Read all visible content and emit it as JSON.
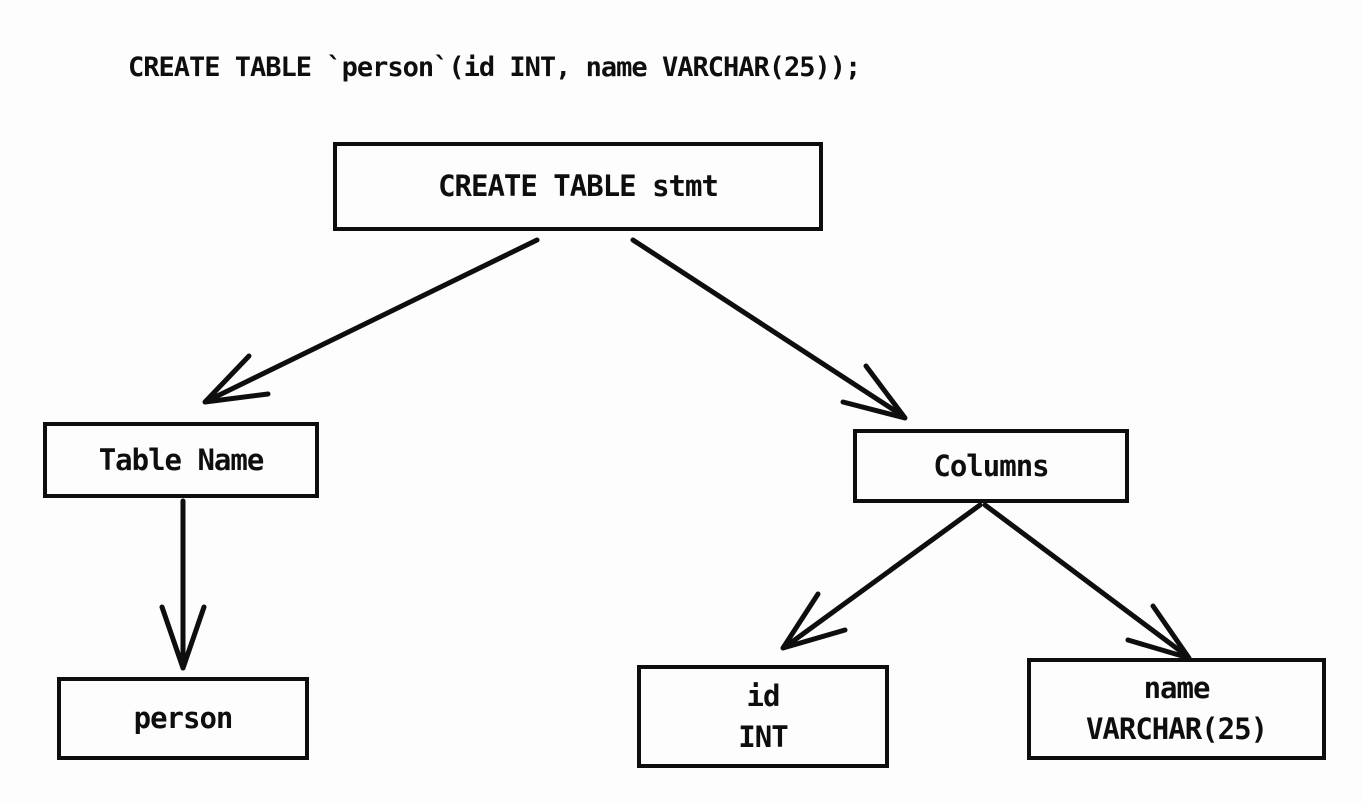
{
  "page": {
    "background_color": "#fdfdfd",
    "ink_color": "#0e0e0e"
  },
  "statement": {
    "text": "CREATE TABLE `person`(id INT, name VARCHAR(25));"
  },
  "tree": {
    "nodes": [
      {
        "id": "root",
        "label": "CREATE TABLE stmt"
      },
      {
        "id": "table-name",
        "label": "Table Name"
      },
      {
        "id": "columns",
        "label": "Columns"
      },
      {
        "id": "person",
        "label": "person"
      },
      {
        "id": "id-col",
        "lines": [
          "id",
          "INT"
        ]
      },
      {
        "id": "name-col",
        "lines": [
          "name",
          "VARCHAR(25)"
        ]
      }
    ],
    "edges": [
      {
        "from": "root",
        "to": "table-name"
      },
      {
        "from": "root",
        "to": "columns"
      },
      {
        "from": "table-name",
        "to": "person"
      },
      {
        "from": "columns",
        "to": "id-col"
      },
      {
        "from": "columns",
        "to": "name-col"
      }
    ]
  }
}
